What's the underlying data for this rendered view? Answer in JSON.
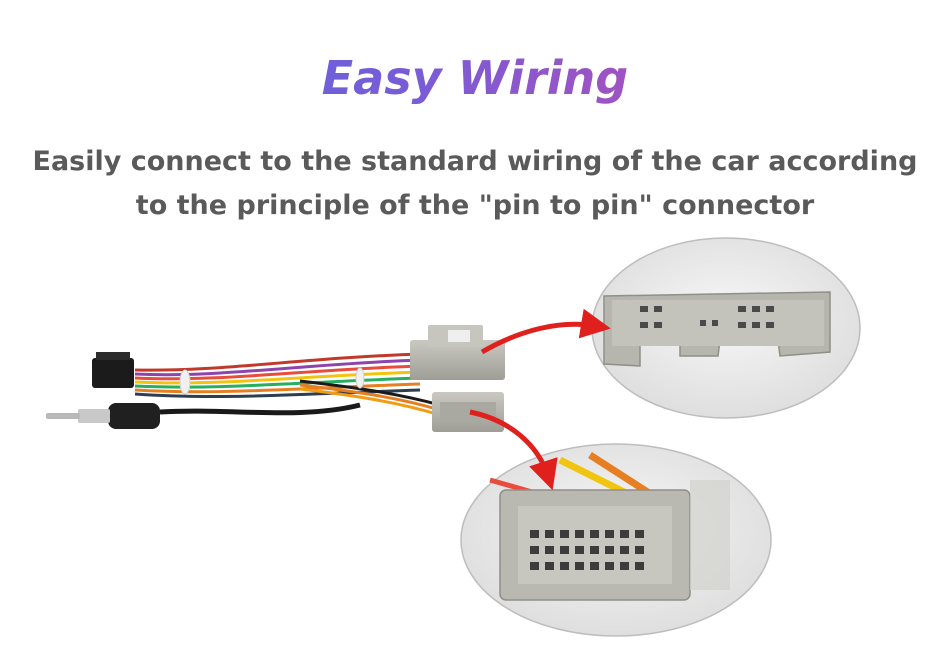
{
  "header": {
    "title": "Easy Wiring",
    "subtitle_line1": "Easily connect to the standard wiring of the car according",
    "subtitle_line2": "to the principle of the \"pin to pin\" connector"
  },
  "colors": {
    "title_gradient": [
      "#4a6ee0",
      "#d94a9a"
    ],
    "subtitle": "#5a5a5a",
    "arrow": "#e0201c",
    "connector": "#b5b5ad"
  },
  "images": {
    "harness": "wiring-harness-photo",
    "zoom_top": "connector-closeup-top",
    "zoom_bottom": "connector-closeup-bottom"
  }
}
